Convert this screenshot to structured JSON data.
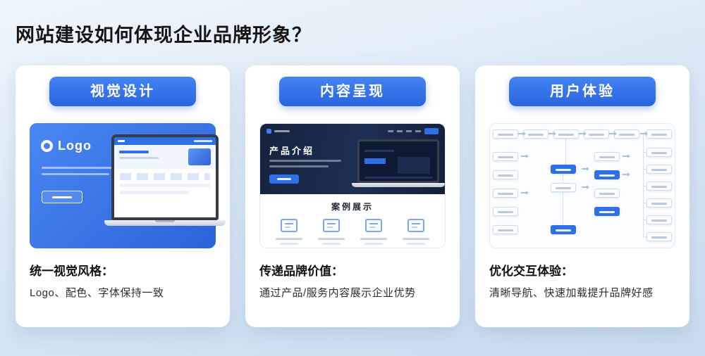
{
  "page": {
    "title": "网站建设如何体现企业品牌形象？"
  },
  "colors": {
    "accent_blue": "#2f6fe8",
    "pill_gradient_top": "#4384f3",
    "pill_gradient_bottom": "#2a64de",
    "page_bg_top": "#eff6fc",
    "page_bg_bottom": "#c8dbee",
    "dark_hero_navy": "#16223e",
    "card_bg": "#ffffff"
  },
  "icons": {
    "logo_ring": "logo-icon",
    "laptop": "laptop-mockup-icon",
    "case_doc": "case-document-icon",
    "flow_arrow": "arrow-right-icon"
  },
  "cards": [
    {
      "header": "视觉设计",
      "thumb": {
        "logo_text": "Logo"
      },
      "caption_title": "统一视觉风格：",
      "caption_text": "Logo、配色、字体保持一致"
    },
    {
      "header": "内容呈现",
      "thumb": {
        "hero_title": "产品介绍",
        "section_title": "案例展示"
      },
      "caption_title": "传递品牌价值：",
      "caption_text": "通过产品/服务内容展示企业优势"
    },
    {
      "header": "用户体验",
      "caption_title": "优化交互体验：",
      "caption_text": "清晰导航、快速加载提升品牌好感"
    }
  ]
}
